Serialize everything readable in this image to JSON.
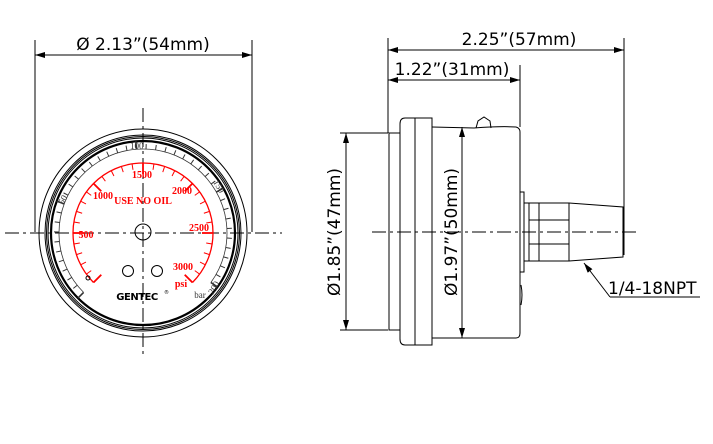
{
  "dimensions": {
    "front_diameter": "Ø 2.13”(54mm)",
    "overall_length": "2.25”(57mm)",
    "case_depth": "1.22”(31mm)",
    "bezel_diameter": "Ø1.85”(47mm)",
    "case_diameter": "Ø1.97”(50mm)",
    "thread": "1/4-18NPT"
  },
  "dial": {
    "psi_labels": [
      "500",
      "1000",
      "1500",
      "2000",
      "2500",
      "3000"
    ],
    "bar_labels": [
      "50",
      "100",
      "150",
      "200"
    ],
    "warning": "USE NO OIL",
    "unit_psi": "psi",
    "unit_bar": "bar",
    "brand": "GENTEC",
    "brand_mark": "®",
    "psi_range": [
      0,
      3000
    ],
    "bar_range": [
      0,
      200
    ],
    "colors": {
      "psi_scale": "#ff0000",
      "bar_scale": "#333333",
      "outline": "#000000"
    }
  }
}
